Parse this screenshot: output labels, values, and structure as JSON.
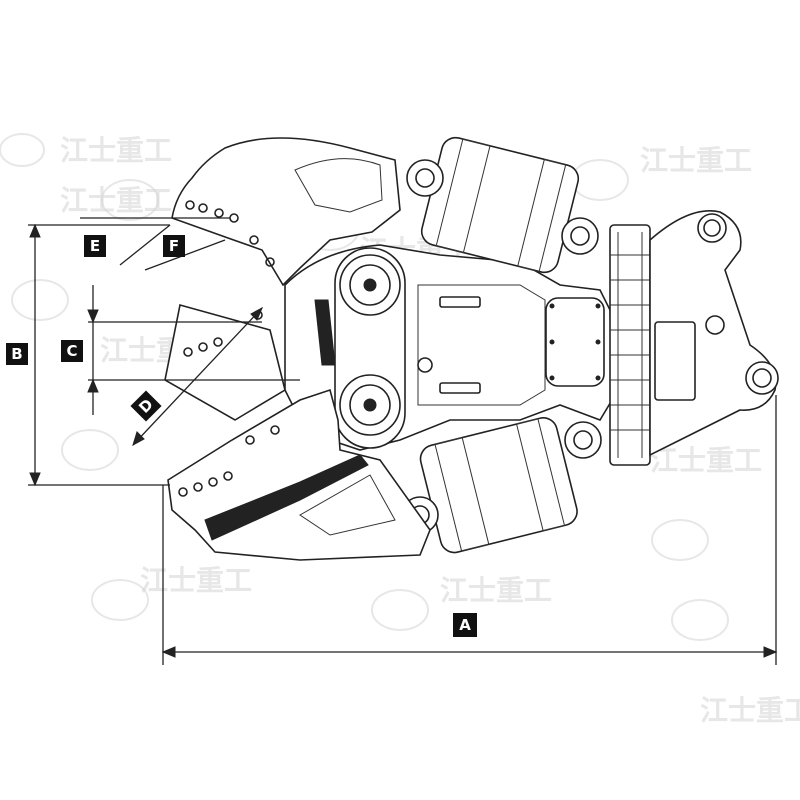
{
  "labels": {
    "a": "A",
    "b": "B",
    "c": "C",
    "d": "D",
    "e": "E",
    "f": "F"
  },
  "watermark": {
    "brand_text": "江士重工",
    "logo_icon": "cloud-logo-icon"
  },
  "colors": {
    "line": "#222222",
    "label_bg": "#111111",
    "label_text": "#ffffff",
    "watermark": "#d4d4d4"
  }
}
